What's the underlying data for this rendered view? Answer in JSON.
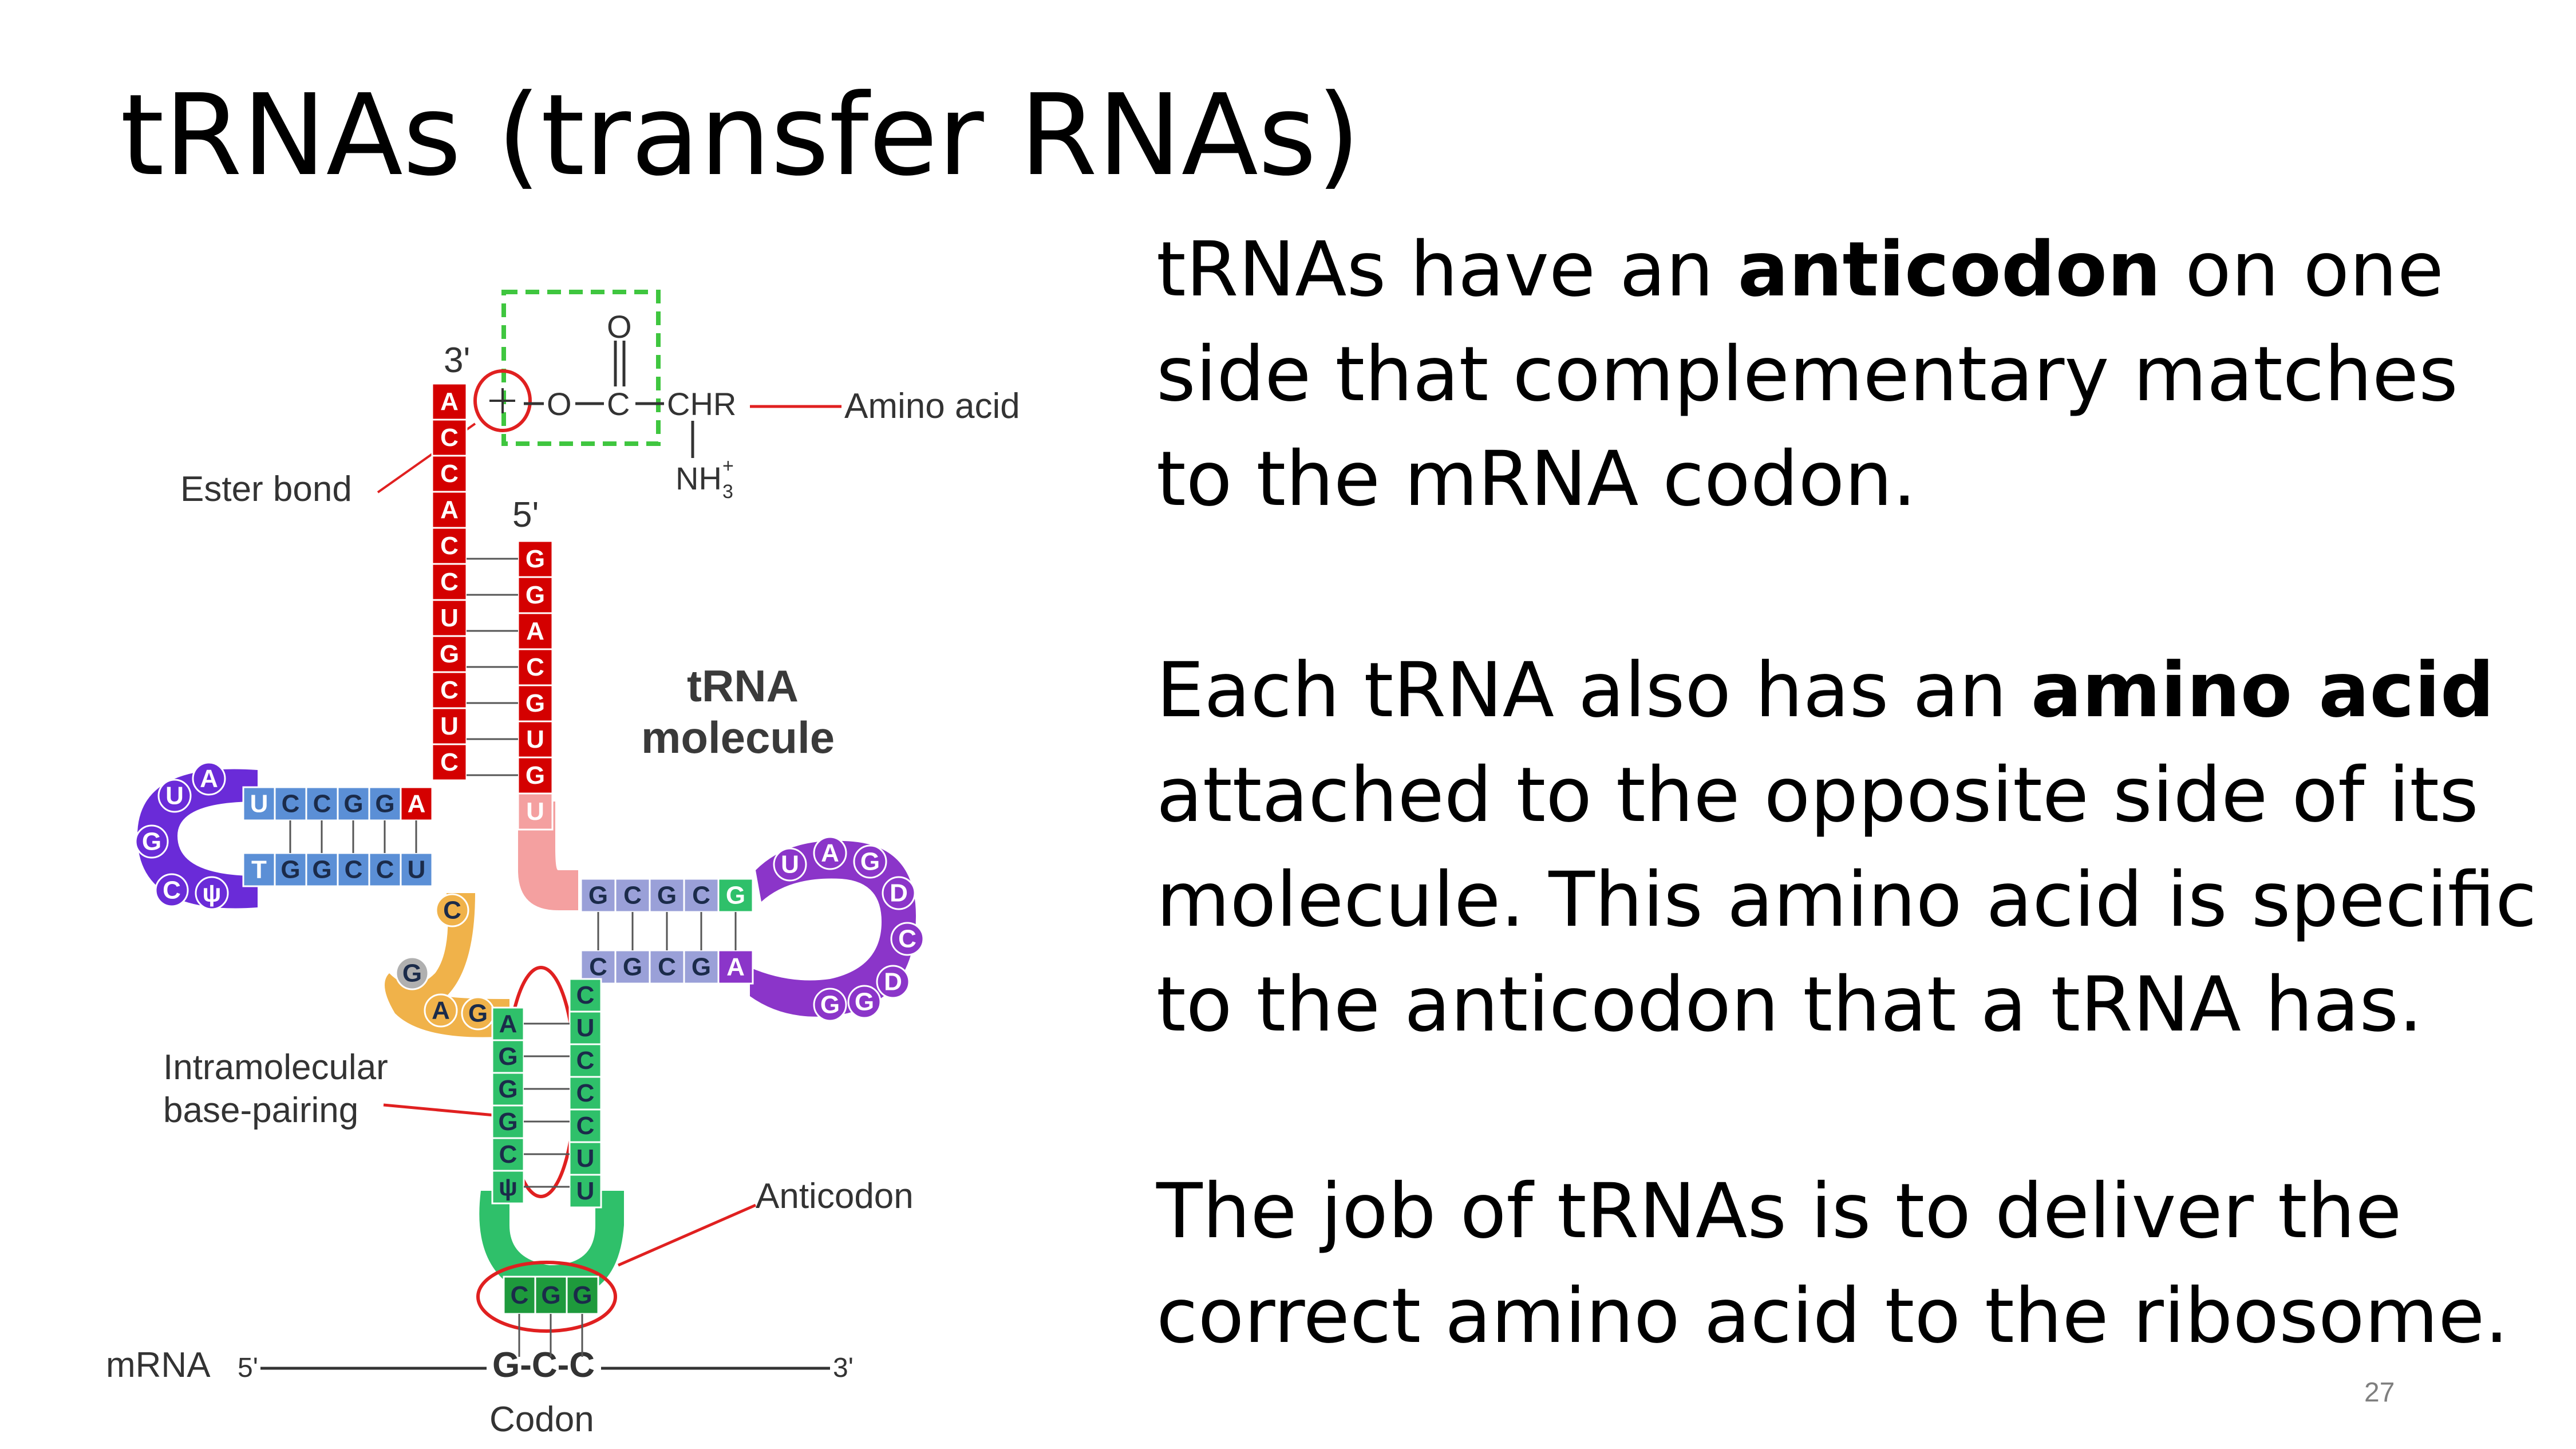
{
  "title": "tRNAs (transfer RNAs)",
  "paragraphs": {
    "p1": {
      "pre": "tRNAs have an ",
      "bold": "anticodon",
      "post": " on one side that complementary matches to the mRNA codon."
    },
    "p2": {
      "pre": "Each tRNA also has an ",
      "bold": "amino acid",
      "post": " attached to the opposite side of its molecule. This amino acid is specific to the anticodon that a tRNA has."
    },
    "p3": {
      "text": "The job of tRNAs is to deliver the correct amino acid to the ribosome."
    }
  },
  "page_number": "27",
  "diagram": {
    "labels": {
      "three_prime_top": "3'",
      "five_prime_top": "5'",
      "ester_bond": "Ester bond",
      "amino_acid": "Amino acid",
      "trna_line1": "tRNA",
      "trna_line2": "molecule",
      "intramolecular_1": "Intramolecular",
      "intramolecular_2": "base-pairing",
      "anticodon": "Anticodon",
      "mrna": "mRNA",
      "mrna_5": "5'",
      "mrna_3": "3'",
      "codon_seq": "G-C-C",
      "codon": "Codon"
    },
    "chem": {
      "o_top": "O",
      "o_link": "O",
      "c": "C",
      "chr": "CHR",
      "nh3": "NH",
      "nh3_sup": "+",
      "nh3_sub": "3"
    },
    "acceptor_3_strand": [
      "A",
      "C",
      "C",
      "A",
      "C",
      "C",
      "U",
      "G",
      "C",
      "U",
      "C"
    ],
    "acceptor_5_strand": [
      "G",
      "G",
      "A",
      "C",
      "G",
      "U",
      "G"
    ],
    "acceptor_5_extra": "U",
    "d_arm_top": [
      "U",
      "C",
      "C",
      "G",
      "G",
      "A"
    ],
    "d_arm_bottom": [
      "T",
      "G",
      "G",
      "C",
      "C",
      "U"
    ],
    "d_loop": [
      "A",
      "U",
      "G",
      "C",
      "ψ"
    ],
    "variable_bases": [
      "C",
      "G",
      "A",
      "G"
    ],
    "t_arm_top": [
      "G",
      "C",
      "G",
      "C",
      "G"
    ],
    "t_arm_bottom": [
      "C",
      "G",
      "C",
      "G",
      "A"
    ],
    "t_loop": [
      "U",
      "A",
      "G",
      "D",
      "C",
      "D",
      "G",
      "G"
    ],
    "anticodon_stem_left": [
      "A",
      "G",
      "G",
      "G",
      "C",
      "ψ"
    ],
    "anticodon_stem_right": [
      "C",
      "U",
      "C",
      "C",
      "C",
      "U",
      "U"
    ],
    "anticodon_loop": [
      "C",
      "G",
      "G"
    ],
    "colors": {
      "acceptor": "#d40000",
      "d_stem": "#5b8fd6",
      "d_loop": "#6a2bd8",
      "variable": "#f0b24a",
      "anticodon_stem": "#2fc06a",
      "anticodon_loop": "#1e9a3c",
      "t_stem": "#9aa0d8",
      "t_loop": "#8b35c9",
      "pink_tail": "#f4a0a0",
      "aa_box": "#3fc63f",
      "callout": "#e02020"
    }
  }
}
